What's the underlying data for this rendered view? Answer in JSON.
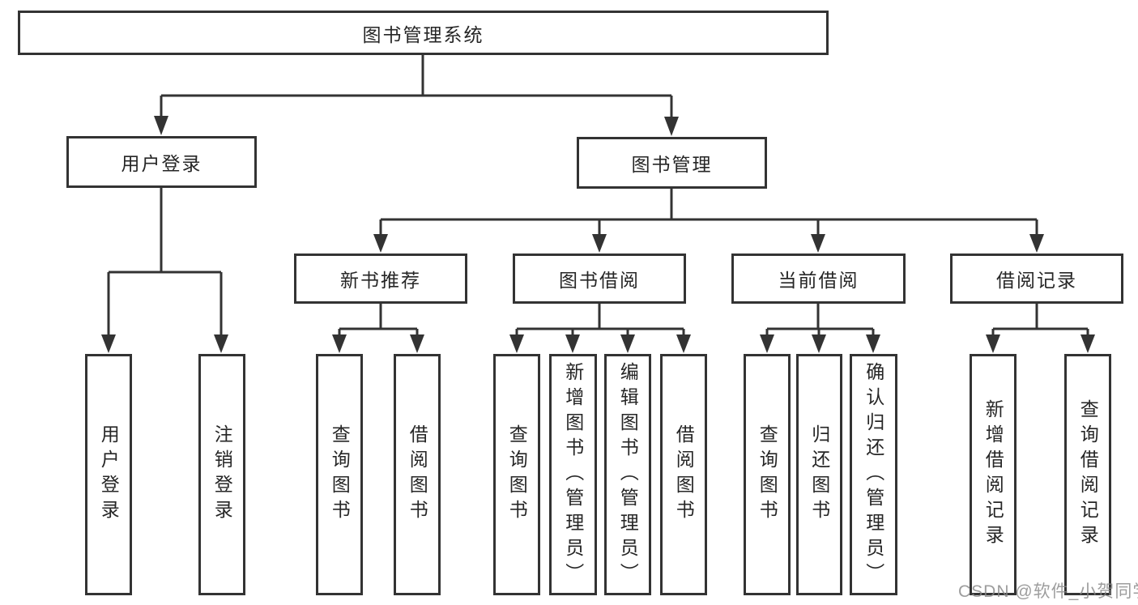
{
  "diagram": {
    "root": {
      "label": "图书管理系统"
    },
    "level2": {
      "user_login": {
        "label": "用户登录"
      },
      "book_management": {
        "label": "图书管理"
      }
    },
    "level3": {
      "new_book_recommend": {
        "label": "新书推荐"
      },
      "book_borrow": {
        "label": "图书借阅"
      },
      "current_borrow": {
        "label": "当前借阅"
      },
      "borrow_records": {
        "label": "借阅记录"
      }
    },
    "leaves": {
      "user_login_children": [
        "用户登录",
        "注销登录"
      ],
      "new_book_children": [
        "查询图书",
        "借阅图书"
      ],
      "book_borrow_children": [
        "查询图书",
        "新增图书（管理员）",
        "编辑图书（管理员）",
        "借阅图书"
      ],
      "current_borrow_children": [
        "查询图书",
        "归还图书",
        "确认归还（管理员）"
      ],
      "borrow_records_children": [
        "新增借阅记录",
        "查询借阅记录"
      ]
    }
  },
  "watermark": {
    "text": "CSDN @软件_小贺同学",
    "color": "#888888"
  },
  "colors": {
    "line": "#333333",
    "box_border": "#333333",
    "box_fill": "#ffffff",
    "text": "#262626",
    "background": "#ffffff"
  }
}
